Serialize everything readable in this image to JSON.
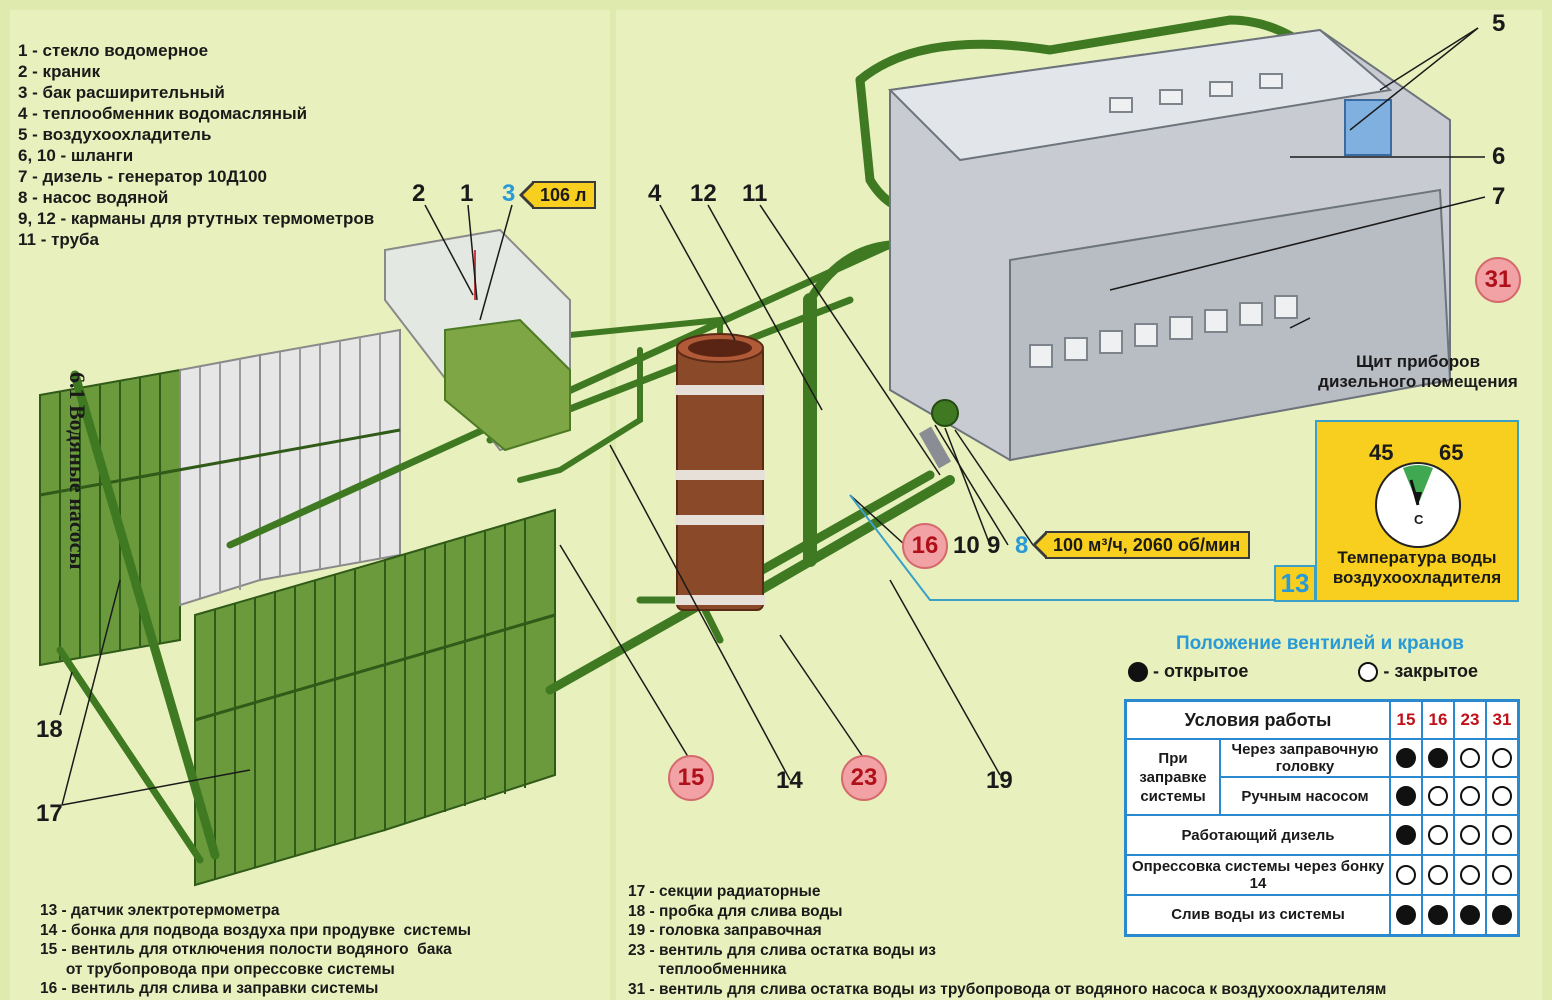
{
  "legend_top": [
    "1 - стекло водомерное",
    "2 - краник",
    "3 - бак расширительный",
    "4 - теплообменник водомасляный",
    "5 - воздухоохладитель",
    "6, 10 - шланги",
    "7 - дизель - генератор 10Д100",
    "8 - насос водяной",
    "9, 12 - карманы для ртутных термометров",
    "11 - труба"
  ],
  "legend_bottom_left": [
    "13 - датчик электротермометра",
    "14 - бонка для подвода воздуха при продувке  системы",
    "15 - вентиль для отключения полости водяного  бака",
    "      от трубопровода при опрессовке системы",
    "16 - вентиль для слива и заправки системы"
  ],
  "legend_bottom_right": [
    "17 - секции радиаторные",
    "18 - пробка для слива воды",
    "19 - головка заправочная",
    "23 - вентиль для слива остатка воды из",
    "       теплообменника",
    "31 - вентиль для слива остатка воды из трубопровода от водяного насоса к воздухоохладителям"
  ],
  "vertical_title": "6.1 Водяные насосы",
  "callouts": {
    "n1": "1",
    "n2": "2",
    "n3": "3",
    "n4": "4",
    "n5": "5",
    "n6": "6",
    "n7": "7",
    "n8": "8",
    "n9": "9",
    "n10": "10",
    "n11": "11",
    "n12": "12",
    "n14": "14",
    "n17": "17",
    "n18": "18",
    "n19": "19"
  },
  "badges": {
    "b15": "15",
    "b16": "16",
    "b23": "23",
    "b31": "31"
  },
  "tags": {
    "tank": "106 л",
    "pump": "100 м³/ч, 2060 об/мин"
  },
  "gauge": {
    "panel_title": "Щит приборов дизельного помещения",
    "low": "45",
    "high": "65",
    "unit": "С",
    "caption": "Температура воды воздухоохладителя",
    "sensor_number": "13"
  },
  "valves": {
    "title": "Положение вентилей и кранов",
    "open_label": "- открытое",
    "closed_label": "- закрытое",
    "table_header": "Условия работы",
    "columns": [
      "15",
      "16",
      "23",
      "31"
    ],
    "group_filling": "При заправке системы",
    "rows": [
      {
        "label": "Через заправочную головку",
        "states": [
          "open",
          "open",
          "closed",
          "closed"
        ]
      },
      {
        "label": "Ручным насосом",
        "states": [
          "open",
          "closed",
          "closed",
          "closed"
        ]
      },
      {
        "label": "Работающий дизель",
        "states": [
          "open",
          "closed",
          "closed",
          "closed"
        ]
      },
      {
        "label": "Опрессовка системы через бонку 14",
        "states": [
          "closed",
          "closed",
          "closed",
          "closed"
        ]
      },
      {
        "label": "Слив воды из системы",
        "states": [
          "open",
          "open",
          "open",
          "open"
        ]
      }
    ]
  },
  "colors": {
    "background": "#dfeaae",
    "pipe_green": "#3f7a22",
    "radiator_green": "#6b9a3c",
    "heat_exchanger": "#8a4a2a",
    "badge_red": "#c01018",
    "tag_yellow": "#f8cf1e",
    "accent_blue": "#2a9ad6"
  }
}
